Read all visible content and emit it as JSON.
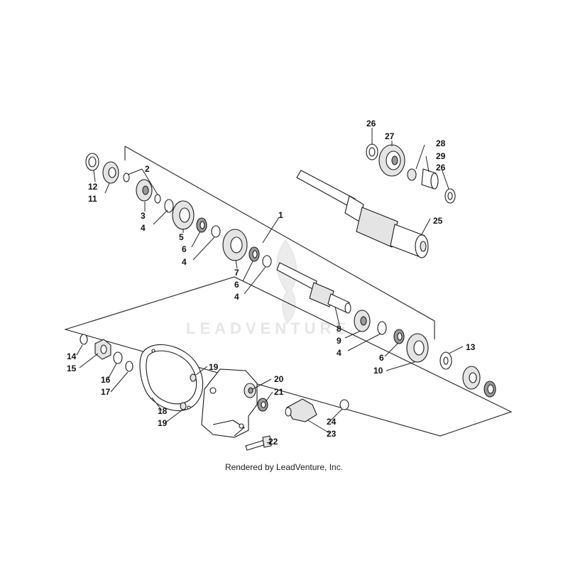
{
  "watermark": "LEADVENTURE",
  "footer": "Rendered by LeadVenture, Inc.",
  "callouts": [
    "26",
    "27",
    "28",
    "29",
    "26",
    "2",
    "12",
    "11",
    "3",
    "4",
    "5",
    "6",
    "4",
    "1",
    "25",
    "7",
    "6",
    "4",
    "8",
    "9",
    "4",
    "13",
    "6",
    "10",
    "14",
    "15",
    "16",
    "17",
    "19",
    "18",
    "19",
    "20",
    "21",
    "24",
    "23",
    "22"
  ]
}
